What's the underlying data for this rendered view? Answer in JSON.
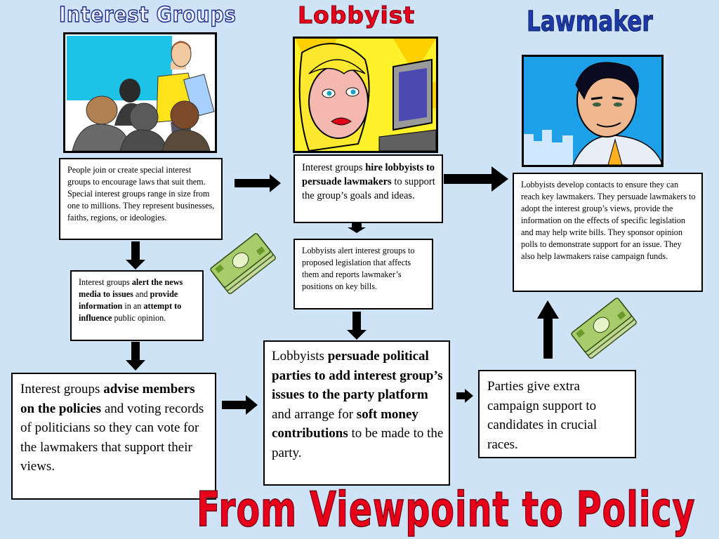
{
  "headings": {
    "interest_groups": "Interest Groups",
    "lobbyist": "Lobbyist",
    "lawmaker": "Lawmaker",
    "title": "From Viewpoint to Policy"
  },
  "boxes": {
    "people_join": [
      {
        "t": "People join or create special interest groups to encourage laws that suit them.  Special interest groups range in size from one to millions.  They represent businesses, faiths, regions, or ideologies.",
        "b": false
      }
    ],
    "alert_media": [
      {
        "t": "Interest groups ",
        "b": false
      },
      {
        "t": "alert the news media to issues",
        "b": true
      },
      {
        "t": " and ",
        "b": false
      },
      {
        "t": "provide information",
        "b": true
      },
      {
        "t": " in an ",
        "b": false
      },
      {
        "t": "attempt to influence",
        "b": true
      },
      {
        "t": " public opinion.",
        "b": false
      }
    ],
    "advise_members": [
      {
        "t": "Interest groups ",
        "b": false
      },
      {
        "t": "advise members on the policies",
        "b": true
      },
      {
        "t": " and voting records of politicians so they can vote for the lawmakers that support their views.",
        "b": false
      }
    ],
    "hire_lobbyists": [
      {
        "t": "Interest groups ",
        "b": false
      },
      {
        "t": "hire lobbyists to persuade lawmakers",
        "b": true
      },
      {
        "t": " to support the group’s goals and ideas.",
        "b": false
      }
    ],
    "alert_legislation": [
      {
        "t": "Lobbyists alert interest groups to proposed legislation that affects them and reports lawmaker’s positions on key bills.",
        "b": false
      }
    ],
    "persuade_parties": [
      {
        "t": "Lobbyists ",
        "b": false
      },
      {
        "t": "persuade political parties to add interest group’s issues to the party platform",
        "b": true
      },
      {
        "t": " and arrange for ",
        "b": false
      },
      {
        "t": "soft money contributions",
        "b": true
      },
      {
        "t": " to be made to the party.",
        "b": false
      }
    ],
    "parties_support": [
      {
        "t": "Parties give extra campaign support to candidates in crucial races.",
        "b": false
      }
    ],
    "develop_contacts": [
      {
        "t": "Lobbyists develop contacts to ensure they can reach key lawmakers.  They persuade lawmakers to adopt the interest group’s views, provide the information on the effects of specific legislation and may help write bills.  They sponsor opinion polls to demonstrate support for an issue.  They also help lawmakers raise campaign funds.",
        "b": false
      }
    ]
  },
  "icons": {
    "classroom": "classroom-illustration",
    "lobbyist": "woman-at-computer-illustration",
    "lawmaker": "man-portrait-illustration",
    "money": "money-stack-icon",
    "arrow": "arrow-icon"
  },
  "colors": {
    "background": "#cfe3f7",
    "title_red": "#e8001a",
    "lawmaker_blue": "#1d3aa8",
    "interest_outline": "#1e2a8a"
  }
}
